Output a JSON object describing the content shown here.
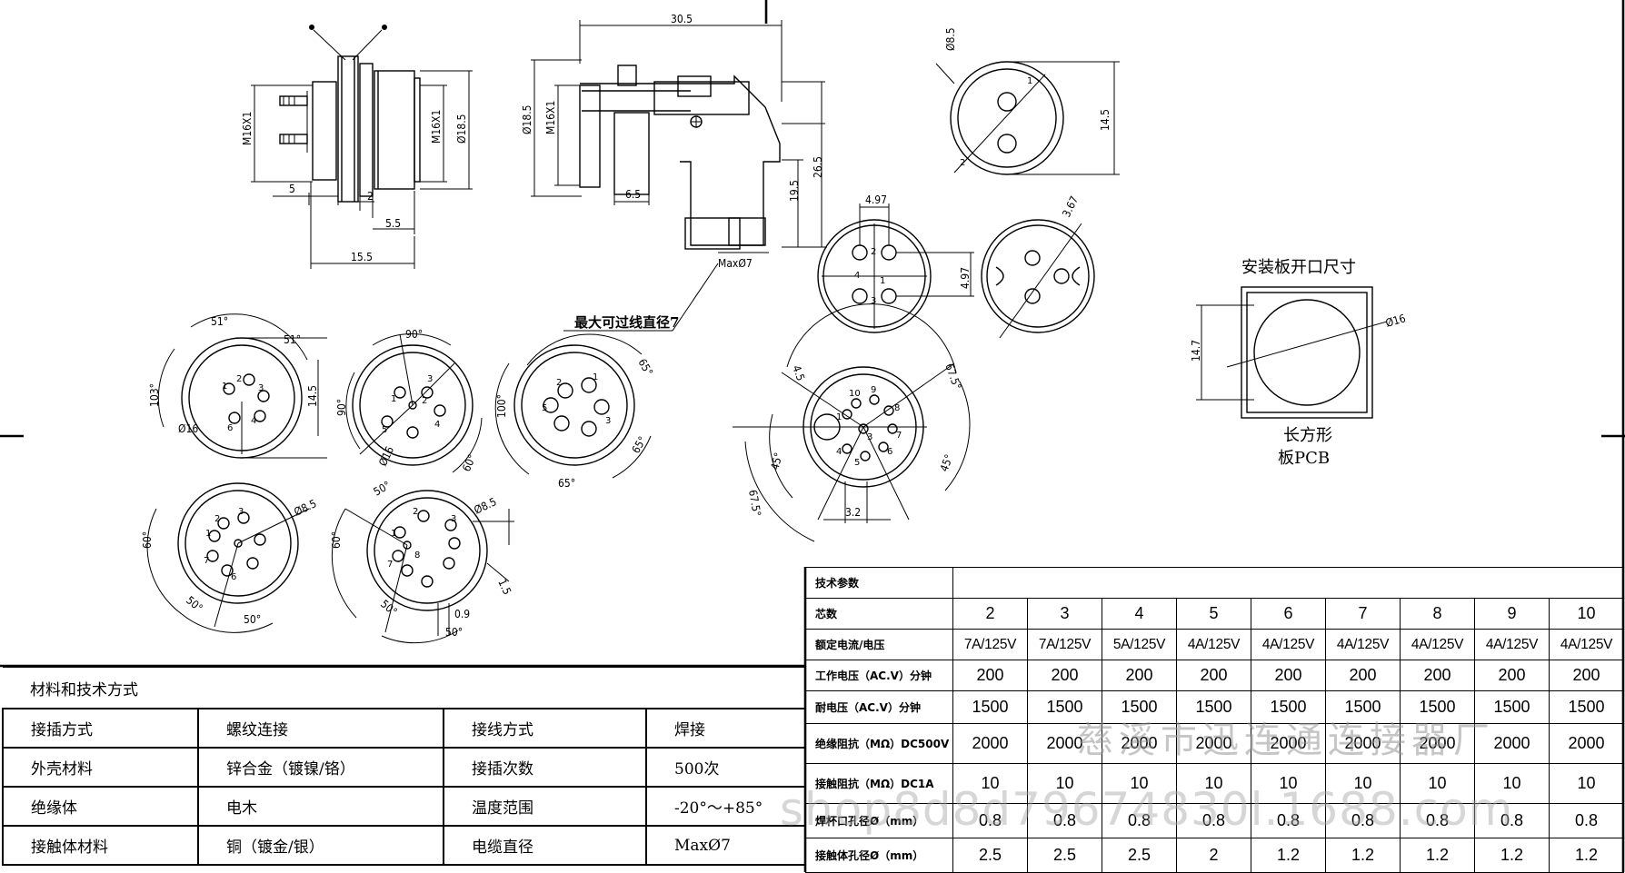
{
  "views": {
    "side": {
      "thread_left": "M16X1",
      "thread_right": "M16X1",
      "dia_body": "Ø18.5",
      "dim_5": "5",
      "dim_2": "2",
      "dim_5_5": "5.5",
      "dim_15_5": "15.5"
    },
    "cable": {
      "dim_30_5": "30.5",
      "dia_18_5": "Ø18.5",
      "thread": "M16X1",
      "dim_6_5": "6.5",
      "dim_19_5": "19.5",
      "dim_26_5": "26.5",
      "max_dia": "MaxØ7"
    },
    "front_top": {
      "dia_8_5": "Ø8.5",
      "dim_14_5": "14.5"
    },
    "four_pin": {
      "dim_4_97_top": "4.97",
      "dim_4_97_side": "4.97"
    },
    "three_pin": {
      "dim_3_67": "3.67"
    },
    "cable_note": "最大可过线直径7",
    "ten_pin": {
      "dim_3_2": "3.2",
      "angle_45_a": "45°",
      "angle_45_b": "45°",
      "angle_67_5_a": "67.5°",
      "angle_67_5_b": "67.5°",
      "angle_4_5": "4.5"
    },
    "five_pin": {
      "angle_51_a": "51°",
      "angle_51_b": "51°",
      "angle_103": "103°",
      "dim_14_5": "14.5",
      "dia_16": "Ø16"
    },
    "six_pin": {
      "angle_90_top": "90°",
      "angle_90_side": "90°",
      "angle_60": "60°",
      "dia_16": "Ø16"
    },
    "seven_pin": {
      "angle_65_a": "65°",
      "angle_65_b": "65°",
      "angle_65_c": "65°",
      "angle_100": "100°"
    },
    "eight_pin": {
      "angle_60": "60°",
      "angle_50_a": "50°",
      "angle_50_b": "50°",
      "dia_8_5": "Ø8.5"
    },
    "nine_pin": {
      "angle_60": "60°",
      "angle_50_a": "50°",
      "angle_50_b": "50°",
      "angle_50_c": "50°",
      "dia_8_5": "Ø8.5",
      "dim_0_9": "0.9",
      "dim_1_5": "1.5"
    }
  },
  "panel": {
    "title": "安装板开口尺寸",
    "dim_height": "14.7",
    "dia": "Ø16",
    "caption_1": "长方形",
    "caption_2": "板PCB"
  },
  "materials": {
    "heading": "材料和技术方式",
    "rows": [
      [
        "接插方式",
        "螺纹连接",
        "接线方式",
        "焊接"
      ],
      [
        "外壳材料",
        "锌合金（镀镍/铬）",
        "接插次数",
        "500次"
      ],
      [
        "绝缘体",
        "电木",
        "温度范围",
        "-20°～+85°"
      ],
      [
        "接触体材料",
        "铜（镀金/银）",
        "电缆直径",
        "MaxØ7"
      ]
    ]
  },
  "specs": {
    "heading": "技术参数",
    "columns": [
      "2",
      "3",
      "4",
      "5",
      "6",
      "7",
      "8",
      "9",
      "10"
    ],
    "rows": [
      {
        "label": "芯数",
        "values": [
          "2",
          "3",
          "4",
          "5",
          "6",
          "7",
          "8",
          "9",
          "10"
        ]
      },
      {
        "label": "额定电流/电压",
        "values": [
          "7A/125V",
          "7A/125V",
          "5A/125V",
          "4A/125V",
          "4A/125V",
          "4A/125V",
          "4A/125V",
          "4A/125V",
          "4A/125V"
        ]
      },
      {
        "label": "工作电压（AC.V）分钟",
        "values": [
          "200",
          "200",
          "200",
          "200",
          "200",
          "200",
          "200",
          "200",
          "200"
        ]
      },
      {
        "label": "耐电压（AC.V）分钟",
        "values": [
          "1500",
          "1500",
          "1500",
          "1500",
          "1500",
          "1500",
          "1500",
          "1500",
          "1500"
        ]
      },
      {
        "label": "绝缘阻抗（MΩ）DC500V",
        "values": [
          "2000",
          "2000",
          "2000",
          "2000",
          "2000",
          "2000",
          "2000",
          "2000",
          "2000"
        ]
      },
      {
        "label": "接触阻抗（MΩ）DC1A",
        "values": [
          "10",
          "10",
          "10",
          "10",
          "10",
          "10",
          "10",
          "10",
          "10"
        ]
      },
      {
        "label": "焊杯口孔径Ø（mm）",
        "values": [
          "0.8",
          "0.8",
          "0.8",
          "0.8",
          "0.8",
          "0.8",
          "0.8",
          "0.8",
          "0.8"
        ]
      },
      {
        "label": "接触体孔径Ø（mm）",
        "values": [
          "2.5",
          "2.5",
          "2.5",
          "2",
          "1.2",
          "1.2",
          "1.2",
          "1.2",
          "1.2"
        ]
      }
    ]
  },
  "watermarks": {
    "company": "慈溪市迅连通连接器厂",
    "shop": "shop8d8d79674830l.1688.com"
  }
}
